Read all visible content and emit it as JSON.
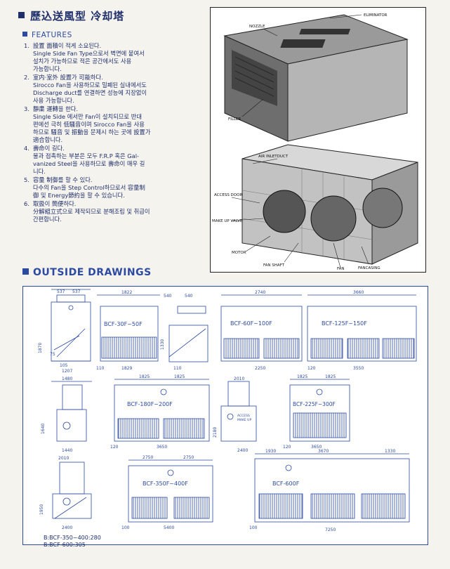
{
  "title": "歷込送風型 冷却塔",
  "features_heading": "FEATURES",
  "features": [
    {
      "num": "1.",
      "head": "設置 面積이 적게 소요된다.",
      "body": [
        "Single Side Fan Type으로서 벽면에 붙여서",
        "설치가 가능하므로 적은 공간에서도 사용",
        "가능합니다."
      ]
    },
    {
      "num": "2.",
      "head": "室内·室外 設置가 可能하다.",
      "body": [
        "Sirocco Fan을 사용하므로 밀폐된 실내에서도",
        "Discharge duct를 연결하면 성능에 지장없이",
        "사용 가능합니다."
      ]
    },
    {
      "num": "3.",
      "head": "靜粛 運轉을 한다.",
      "body": [
        "Single Side 에서만 Fan이 설치되므로 반대",
        "편에선 극히 低騷音이며 Sirocco Fan을 사용",
        "하므로 騷音 및 振動을 문제시 하는 곳에 設置가",
        "適合합니다."
      ]
    },
    {
      "num": "4.",
      "head": "壽命이 길다.",
      "body": [
        "물과 접촉하는 부분은 모두 F.R.P 혹은 Gal-",
        "vanized Steel을 사용하므로 壽命이 매우 길",
        "니다."
      ]
    },
    {
      "num": "5.",
      "head": "容量 制御를 할 수 있다.",
      "body": [
        "다수의 Fan을 Step Control하므로서 容量制",
        "御 및 Energy節約을 할 수 있습니다."
      ]
    },
    {
      "num": "6.",
      "head": "取扱이 簡便하다.",
      "body": [
        "分解組立式으로 제작되므로 분해조립 및 취급이",
        "간편합니다."
      ]
    }
  ],
  "photo_labels": {
    "eliminator": "ELIMINATOR",
    "nozzle": "NOZZLE",
    "filler": "FILLER",
    "air_inlet": "AIR INLETDUCT",
    "access_door": "ACCESS DOOR",
    "make_up_valve": "MAKE UP VALVE",
    "motor": "MOTOR",
    "fan_shaft": "FAN SHAFT",
    "fan": "FAN",
    "fancasing": "FANCASING"
  },
  "drawings_heading": "OUTSIDE DRAWINGS",
  "drawings": {
    "m1": {
      "name": "BCF-30F~50F",
      "top1": "537",
      "top2": "537",
      "width": "1822",
      "height": "1870",
      "base": "1829",
      "side1": "1207",
      "side2": "110",
      "dim105": "105",
      "dim75": "75"
    },
    "m2": {
      "name": "BCF-60F~100F",
      "top1": "540",
      "top2": "540",
      "width": "2740",
      "height": "1330",
      "base": "2250",
      "side1": "110",
      "dim110": "110"
    },
    "m3": {
      "name": "BCF-125F~150F",
      "width": "3660",
      "base": "3550",
      "dim120": "120"
    },
    "m4": {
      "name": "BCF-180F~200F",
      "side": "1480",
      "w1": "1825",
      "w2": "1825",
      "height": "1640",
      "base": "3650",
      "dim120": "120",
      "dim1440": "1440"
    },
    "m5": {
      "name": "BCF-225F~300F",
      "side": "2010",
      "w1": "1825",
      "w2": "1825",
      "height": "2180",
      "base": "3650",
      "dim2400": "2400",
      "dim120": "120",
      "access": "ACCESS",
      "makeup": "MAKE UP"
    },
    "m6": {
      "name": "BCF-350F~400F",
      "side": "2010",
      "w1": "2750",
      "w2": "2750",
      "height": "1950",
      "base": "5400",
      "dim2400": "2400",
      "dim100": "100"
    },
    "m7": {
      "name": "BCF-600F",
      "w1": "1930",
      "w2": "3670",
      "w3": "1330",
      "base": "7250",
      "dim100": "100"
    }
  },
  "note_lines": [
    "B:BCF-350~400:280",
    "B:BCF-600:305"
  ]
}
